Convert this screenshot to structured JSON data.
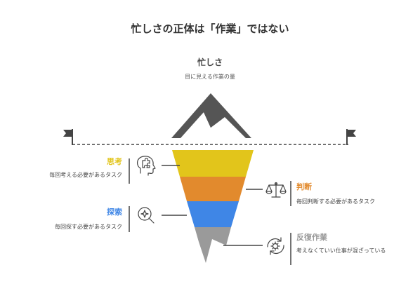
{
  "title": "忙しさの正体は「作業」ではない",
  "tip": {
    "label": "忙しさ",
    "description": "目に見える作業の量"
  },
  "layers": [
    {
      "key": "thinking",
      "label": "思考",
      "description": "毎回考える必要があるタスク",
      "color": "#e2c51b",
      "icon": "head-puzzle-icon"
    },
    {
      "key": "judgment",
      "label": "判断",
      "description": "毎回判断する必要があるタスク",
      "color": "#e28a2d",
      "icon": "balance-scale-icon"
    },
    {
      "key": "search",
      "label": "探索",
      "description": "毎回探す必要があるタスク",
      "color": "#3f86e6",
      "icon": "magnifier-icon"
    },
    {
      "key": "unnecessary",
      "label": "反復作業",
      "description": "考えなくていい仕事が混ざっている",
      "color": "#9a9a9a",
      "icon": "refresh-gear-icon"
    }
  ]
}
